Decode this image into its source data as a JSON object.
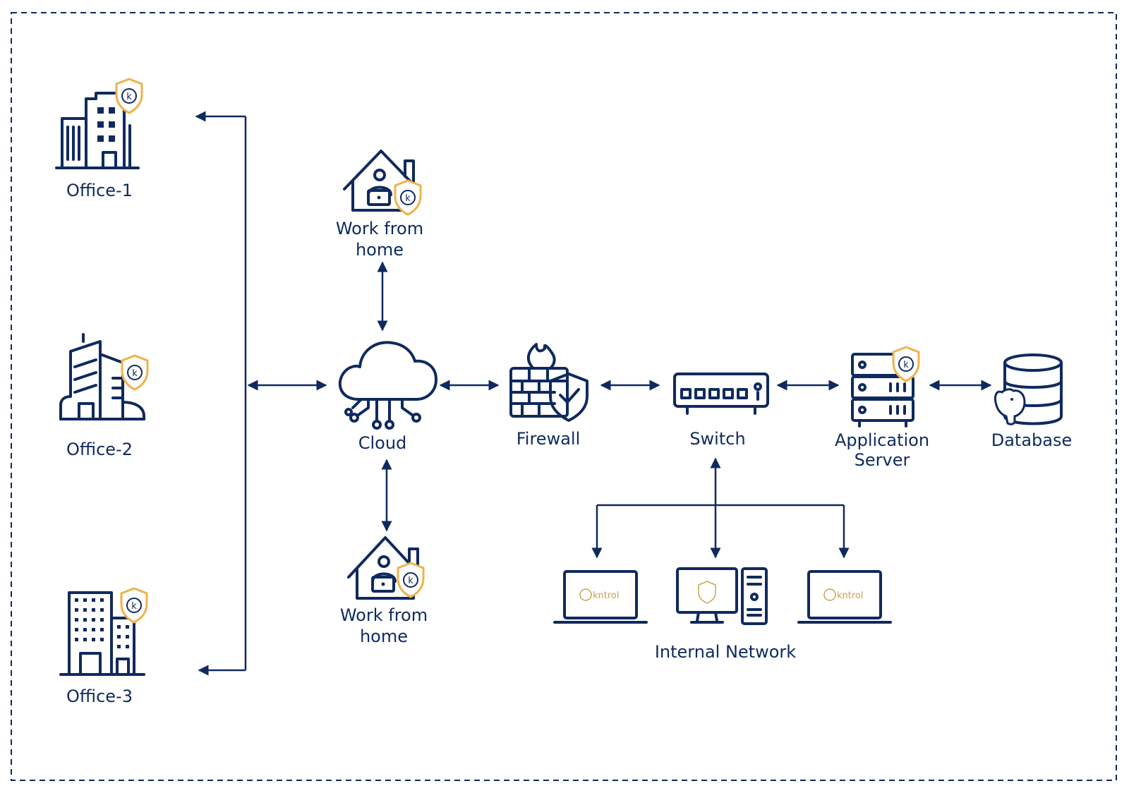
{
  "colors": {
    "ink": "#0f2a5f",
    "accent": "#f0b24a"
  },
  "nodes": {
    "office1": {
      "label": "Office-1",
      "icon": "office-building-icon"
    },
    "office2": {
      "label": "Office-2",
      "icon": "office-building-icon"
    },
    "office3": {
      "label": "Office-3",
      "icon": "office-tower-icon"
    },
    "wfh_top": {
      "label_line1": "Work from",
      "label_line2": "home",
      "icon": "home-worker-icon"
    },
    "wfh_bottom": {
      "label_line1": "Work from",
      "label_line2": "home",
      "icon": "home-worker-icon"
    },
    "cloud": {
      "label": "Cloud",
      "icon": "cloud-icon"
    },
    "firewall": {
      "label": "Firewall",
      "icon": "firewall-icon"
    },
    "switch": {
      "label": "Switch",
      "icon": "network-switch-icon"
    },
    "app_server": {
      "label_line1": "Application",
      "label_line2": "Server",
      "icon": "server-rack-icon"
    },
    "database": {
      "label": "Database",
      "icon": "database-icon"
    },
    "internal_network": {
      "label": "Internal Network"
    }
  },
  "brand": {
    "laptop_logo_text": "kntrol",
    "badge_letter": "k"
  }
}
